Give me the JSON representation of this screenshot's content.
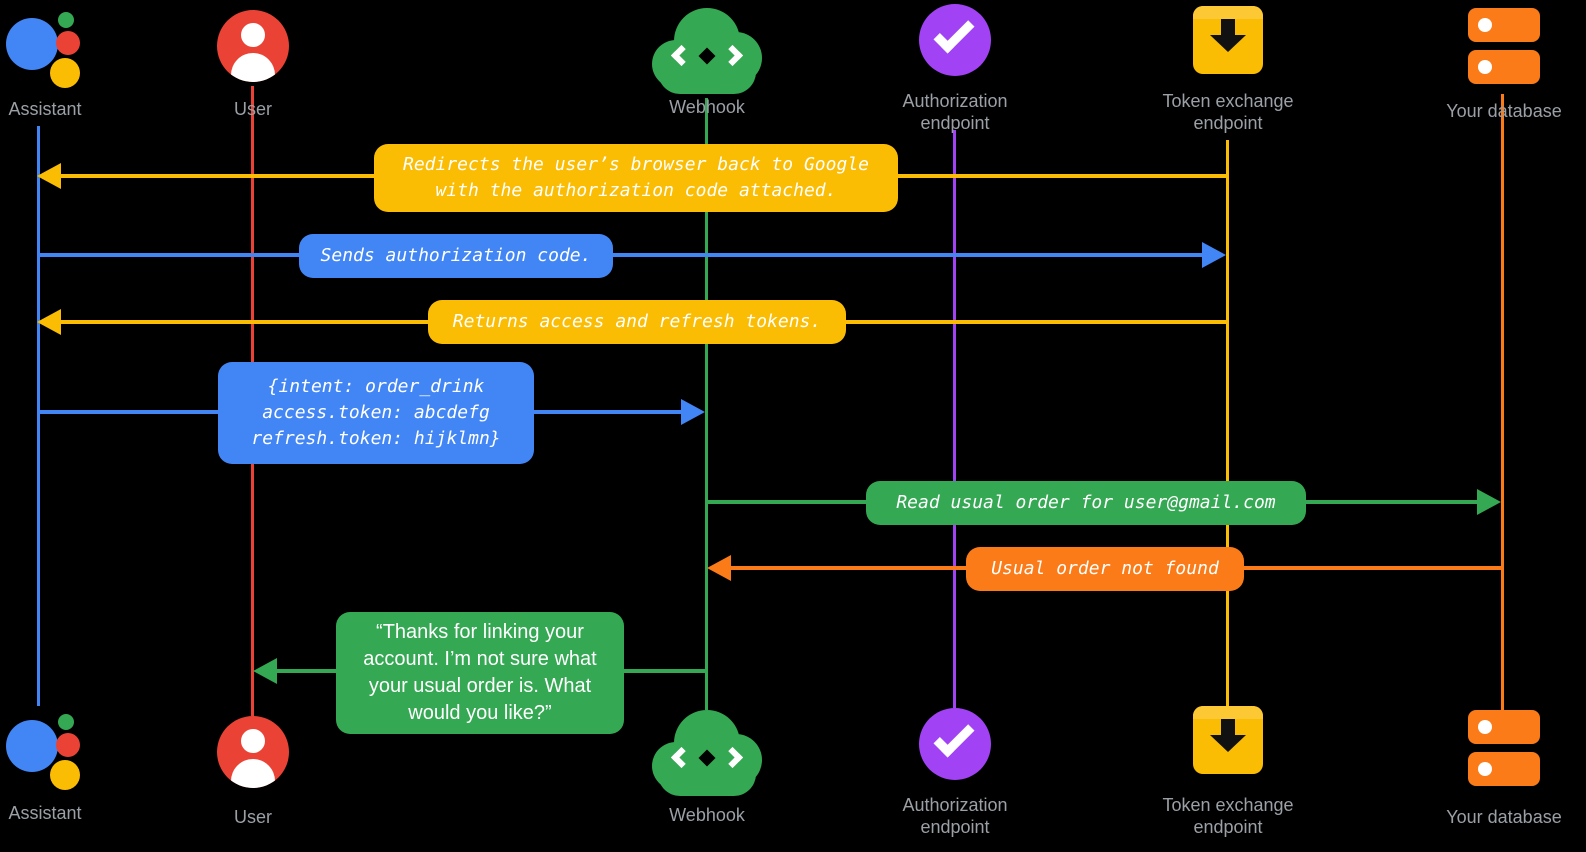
{
  "diagram": {
    "type": "sequence-diagram",
    "topic": "Account linking / OAuth token exchange flow"
  },
  "colors": {
    "blue": "#4285F4",
    "red": "#EA4335",
    "green": "#34A853",
    "yellow": "#FBBC04",
    "purple": "#A142F4",
    "orange": "#FA7B17",
    "label_gray": "#9AA0A6",
    "background": "#000000"
  },
  "actors": [
    {
      "id": "assistant",
      "label": "Assistant",
      "color": "#4285F4",
      "icon": "google-assistant-logo-icon"
    },
    {
      "id": "user",
      "label": "User",
      "color": "#EA4335",
      "icon": "person-icon"
    },
    {
      "id": "webhook",
      "label": "Webhook",
      "color": "#34A853",
      "icon": "cloud-code-icon"
    },
    {
      "id": "auth",
      "label": "Authorization endpoint",
      "color": "#A142F4",
      "icon": "checkmark-circle-icon"
    },
    {
      "id": "token",
      "label": "Token exchange endpoint",
      "color": "#FBBC04",
      "icon": "download-box-icon"
    },
    {
      "id": "db",
      "label": "Your database",
      "color": "#FA7B17",
      "icon": "database-icon"
    }
  ],
  "messages": [
    {
      "from": "token",
      "to": "assistant",
      "direction": "left",
      "color": "#FBBC04",
      "text": "Redirects the user’s browser back to Google\nwith the authorization code attached."
    },
    {
      "from": "assistant",
      "to": "token",
      "direction": "right",
      "color": "#4285F4",
      "text": "Sends authorization code."
    },
    {
      "from": "token",
      "to": "assistant",
      "direction": "left",
      "color": "#FBBC04",
      "text": "Returns access and refresh tokens."
    },
    {
      "from": "assistant",
      "to": "webhook",
      "direction": "right",
      "color": "#4285F4",
      "text": "{intent: order_drink\naccess.token: abcdefg\nrefresh.token: hijklmn}"
    },
    {
      "from": "webhook",
      "to": "db",
      "direction": "right",
      "color": "#34A853",
      "text": "Read usual order for user@gmail.com"
    },
    {
      "from": "db",
      "to": "webhook",
      "direction": "left",
      "color": "#FA7B17",
      "text": "Usual order not found"
    },
    {
      "from": "webhook",
      "to": "user",
      "direction": "left",
      "color": "#34A853",
      "text": "“Thanks for linking your\naccount. I’m not sure what\nyour usual order is. What\nwould you like?”"
    }
  ]
}
